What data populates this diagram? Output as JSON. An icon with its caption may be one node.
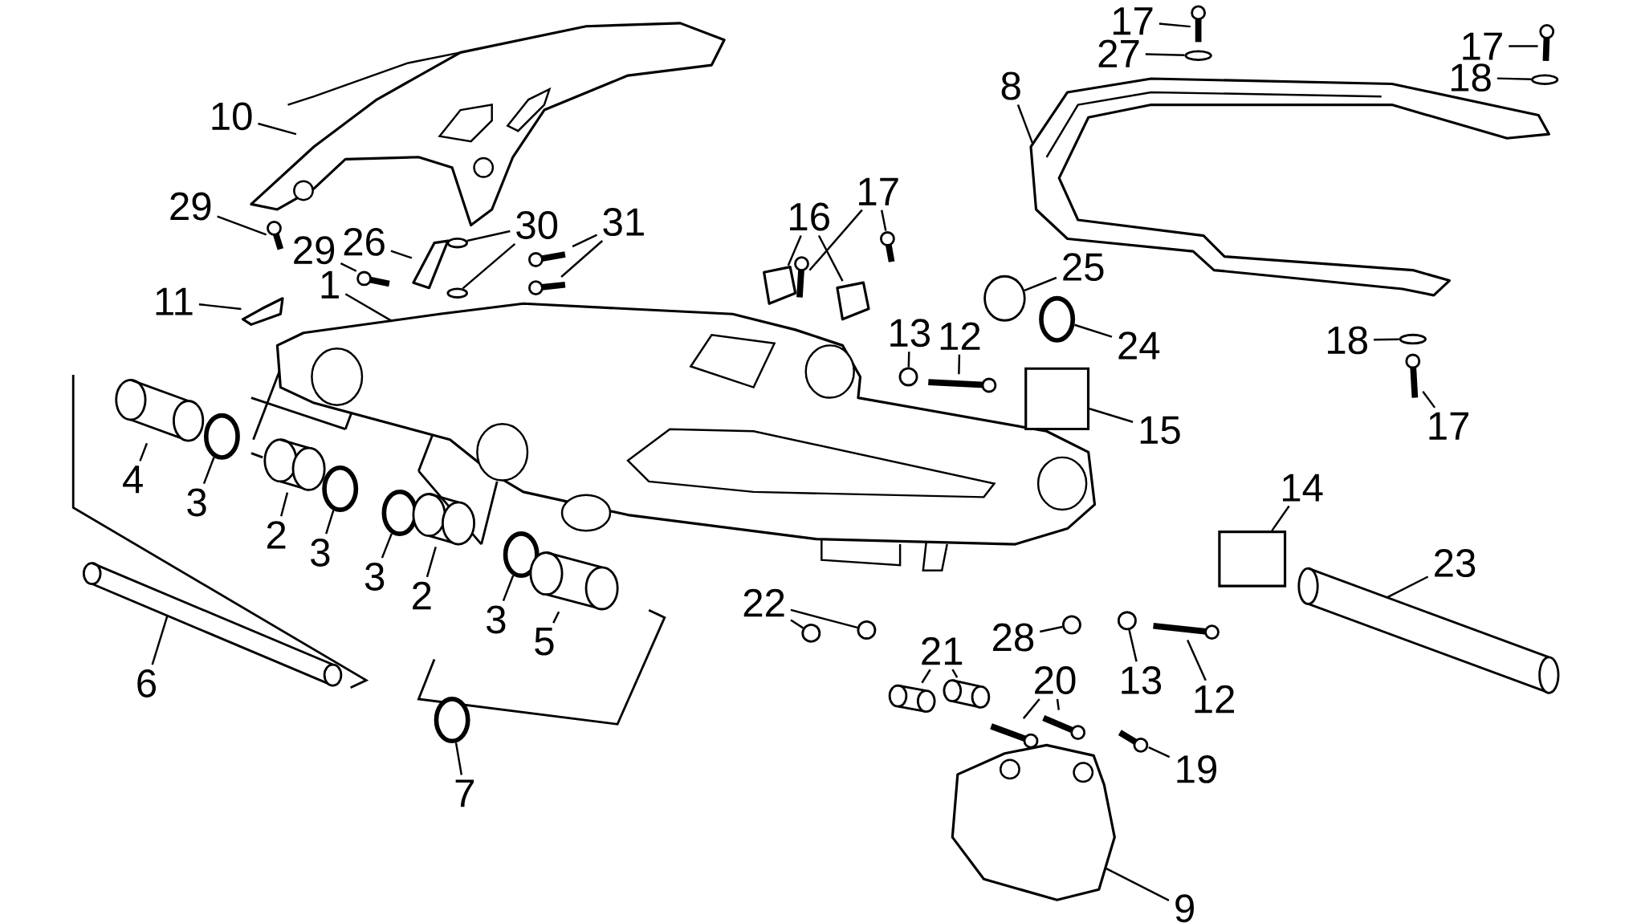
{
  "diagram": {
    "nodes": [
      {
        "text": [
          "10"
        ]
      },
      {
        "text": [
          "29"
        ]
      },
      {
        "text": [
          "29"
        ]
      },
      {
        "text": [
          "26"
        ]
      },
      {
        "text": [
          "30"
        ]
      },
      {
        "text": [
          "31"
        ]
      },
      {
        "text": [
          "11"
        ]
      },
      {
        "text": [
          "1"
        ]
      },
      {
        "text": [
          "16"
        ]
      },
      {
        "text": [
          "17"
        ]
      },
      {
        "text": [
          "13"
        ]
      },
      {
        "text": [
          "12"
        ]
      },
      {
        "text": [
          "25"
        ]
      },
      {
        "text": [
          "24"
        ]
      },
      {
        "text": [
          "15"
        ]
      },
      {
        "text": [
          "8"
        ]
      },
      {
        "text": [
          "17"
        ]
      },
      {
        "text": [
          "27"
        ]
      },
      {
        "text": [
          "17"
        ]
      },
      {
        "text": [
          "18"
        ]
      },
      {
        "text": [
          "18"
        ]
      },
      {
        "text": [
          "17"
        ]
      },
      {
        "text": [
          "14"
        ]
      },
      {
        "text": [
          "23"
        ]
      },
      {
        "text": [
          "4"
        ]
      },
      {
        "text": [
          "3"
        ]
      },
      {
        "text": [
          "2"
        ]
      },
      {
        "text": [
          "3"
        ]
      },
      {
        "text": [
          "3"
        ]
      },
      {
        "text": [
          "2"
        ]
      },
      {
        "text": [
          "3"
        ]
      },
      {
        "text": [
          "5"
        ]
      },
      {
        "text": [
          "6"
        ]
      },
      {
        "text": [
          "7"
        ]
      },
      {
        "text": [
          "22"
        ]
      },
      {
        "text": [
          "21"
        ]
      },
      {
        "text": [
          "28"
        ]
      },
      {
        "text": [
          "13"
        ]
      },
      {
        "text": [
          "12"
        ]
      },
      {
        "text": [
          "20"
        ]
      },
      {
        "text": [
          "19"
        ]
      },
      {
        "text": [
          "9"
        ]
      },
      {
        "text": [],
        "shape": "picture"
      },
      {
        "text": [],
        "shape": "picture"
      },
      {
        "text": [],
        "shape": "picture"
      },
      {
        "text": [],
        "shape": "picture"
      },
      {
        "text": [],
        "shape": "circle"
      },
      {
        "text": [],
        "shape": "circle"
      },
      {
        "text": [],
        "shape": "picture"
      },
      {
        "text": [],
        "shape": "picture"
      },
      {
        "text": [],
        "shape": "picture"
      },
      {
        "text": [],
        "shape": "picture"
      },
      {
        "text": [],
        "shape": "picture"
      },
      {
        "text": [],
        "shape": "picture"
      },
      {
        "text": [],
        "shape": "picture"
      },
      {
        "text": [],
        "shape": "picture"
      },
      {
        "text": [],
        "shape": "circle"
      },
      {
        "text": [],
        "shape": "picture"
      },
      {
        "text": [],
        "shape": "circle"
      },
      {
        "text": [],
        "shape": "circle"
      },
      {
        "text": [],
        "shape": "box"
      },
      {
        "text": [],
        "shape": "picture"
      },
      {
        "text": [],
        "shape": "picture"
      },
      {
        "text": [],
        "shape": "circle"
      },
      {
        "text": [],
        "shape": "picture"
      },
      {
        "text": [],
        "shape": "circle"
      },
      {
        "text": [],
        "shape": "circle"
      },
      {
        "text": [],
        "shape": "picture"
      },
      {
        "text": [],
        "shape": "box"
      },
      {
        "text": [],
        "shape": "picture"
      },
      {
        "text": [],
        "shape": "picture"
      },
      {
        "text": [],
        "shape": "circle"
      },
      {
        "text": [],
        "shape": "picture"
      },
      {
        "text": [],
        "shape": "circle"
      },
      {
        "text": [],
        "shape": "circle"
      },
      {
        "text": [],
        "shape": "picture"
      },
      {
        "text": [],
        "shape": "circle"
      },
      {
        "text": [],
        "shape": "picture"
      },
      {
        "text": [],
        "shape": "picture"
      },
      {
        "text": [],
        "shape": "circle"
      },
      {
        "text": [],
        "shape": "circle"
      },
      {
        "text": [],
        "shape": "circle"
      },
      {
        "text": [],
        "shape": "picture"
      },
      {
        "text": [],
        "shape": "picture"
      },
      {
        "text": [],
        "shape": "circle"
      },
      {
        "text": [],
        "shape": "circle"
      },
      {
        "text": [],
        "shape": "picture"
      },
      {
        "text": [],
        "shape": "picture"
      },
      {
        "text": [],
        "shape": "picture"
      },
      {
        "text": [],
        "shape": "picture"
      },
      {
        "text": [],
        "shape": "picture"
      }
    ],
    "edges": [
      {
        "from": 0,
        "to": 42,
        "arrow": "none"
      },
      {
        "from": 1,
        "to": 43,
        "arrow": "none"
      },
      {
        "from": 2,
        "to": 44,
        "arrow": "none"
      },
      {
        "from": 3,
        "to": 45,
        "arrow": "none"
      },
      {
        "from": 4,
        "to": 46,
        "arrow": "none"
      },
      {
        "from": 4,
        "to": 47,
        "arrow": "none"
      },
      {
        "from": 5,
        "to": 48,
        "arrow": "none"
      },
      {
        "from": 5,
        "to": 49,
        "arrow": "none"
      },
      {
        "from": 6,
        "to": 50,
        "arrow": "none"
      },
      {
        "from": 7,
        "to": 51,
        "arrow": "none"
      },
      {
        "from": 8,
        "to": 52,
        "arrow": "none"
      },
      {
        "from": 8,
        "to": 53,
        "arrow": "none"
      },
      {
        "from": 9,
        "to": 54,
        "arrow": "none"
      },
      {
        "from": 9,
        "to": 55,
        "arrow": "none"
      },
      {
        "from": 10,
        "to": 56,
        "arrow": "none"
      },
      {
        "from": 11,
        "to": 57,
        "arrow": "none"
      },
      {
        "from": 12,
        "to": 58,
        "arrow": "none"
      },
      {
        "from": 13,
        "to": 59,
        "arrow": "none"
      },
      {
        "from": 14,
        "to": 60,
        "arrow": "none"
      },
      {
        "from": 15,
        "to": 61,
        "arrow": "none"
      },
      {
        "from": 16,
        "to": 62,
        "arrow": "none"
      },
      {
        "from": 17,
        "to": 63,
        "arrow": "none"
      },
      {
        "from": 18,
        "to": 64,
        "arrow": "none"
      },
      {
        "from": 19,
        "to": 65,
        "arrow": "none"
      },
      {
        "from": 20,
        "to": 66,
        "arrow": "none"
      },
      {
        "from": 21,
        "to": 67,
        "arrow": "none"
      },
      {
        "from": 22,
        "to": 68,
        "arrow": "none"
      },
      {
        "from": 23,
        "to": 69,
        "arrow": "none"
      },
      {
        "from": 24,
        "to": 70,
        "arrow": "none"
      },
      {
        "from": 25,
        "to": 71,
        "arrow": "none"
      },
      {
        "from": 26,
        "to": 72,
        "arrow": "none"
      },
      {
        "from": 27,
        "to": 73,
        "arrow": "none"
      },
      {
        "from": 28,
        "to": 74,
        "arrow": "none"
      },
      {
        "from": 29,
        "to": 75,
        "arrow": "none"
      },
      {
        "from": 30,
        "to": 76,
        "arrow": "none"
      },
      {
        "from": 31,
        "to": 77,
        "arrow": "none"
      },
      {
        "from": 32,
        "to": 78,
        "arrow": "none"
      },
      {
        "from": 33,
        "to": 79,
        "arrow": "none"
      },
      {
        "from": 34,
        "to": 80,
        "arrow": "none"
      },
      {
        "from": 34,
        "to": 81,
        "arrow": "none"
      },
      {
        "from": 35,
        "to": 82,
        "arrow": "none"
      },
      {
        "from": 35,
        "to": 83,
        "arrow": "none"
      },
      {
        "from": 36,
        "to": 84,
        "arrow": "none"
      },
      {
        "from": 37,
        "to": 85,
        "arrow": "none"
      },
      {
        "from": 38,
        "to": 86,
        "arrow": "none"
      },
      {
        "from": 39,
        "to": 87,
        "arrow": "none"
      },
      {
        "from": 39,
        "to": 88,
        "arrow": "none"
      },
      {
        "from": 40,
        "to": 89,
        "arrow": "none"
      },
      {
        "from": 41,
        "to": 90,
        "arrow": "none"
      }
    ]
  }
}
